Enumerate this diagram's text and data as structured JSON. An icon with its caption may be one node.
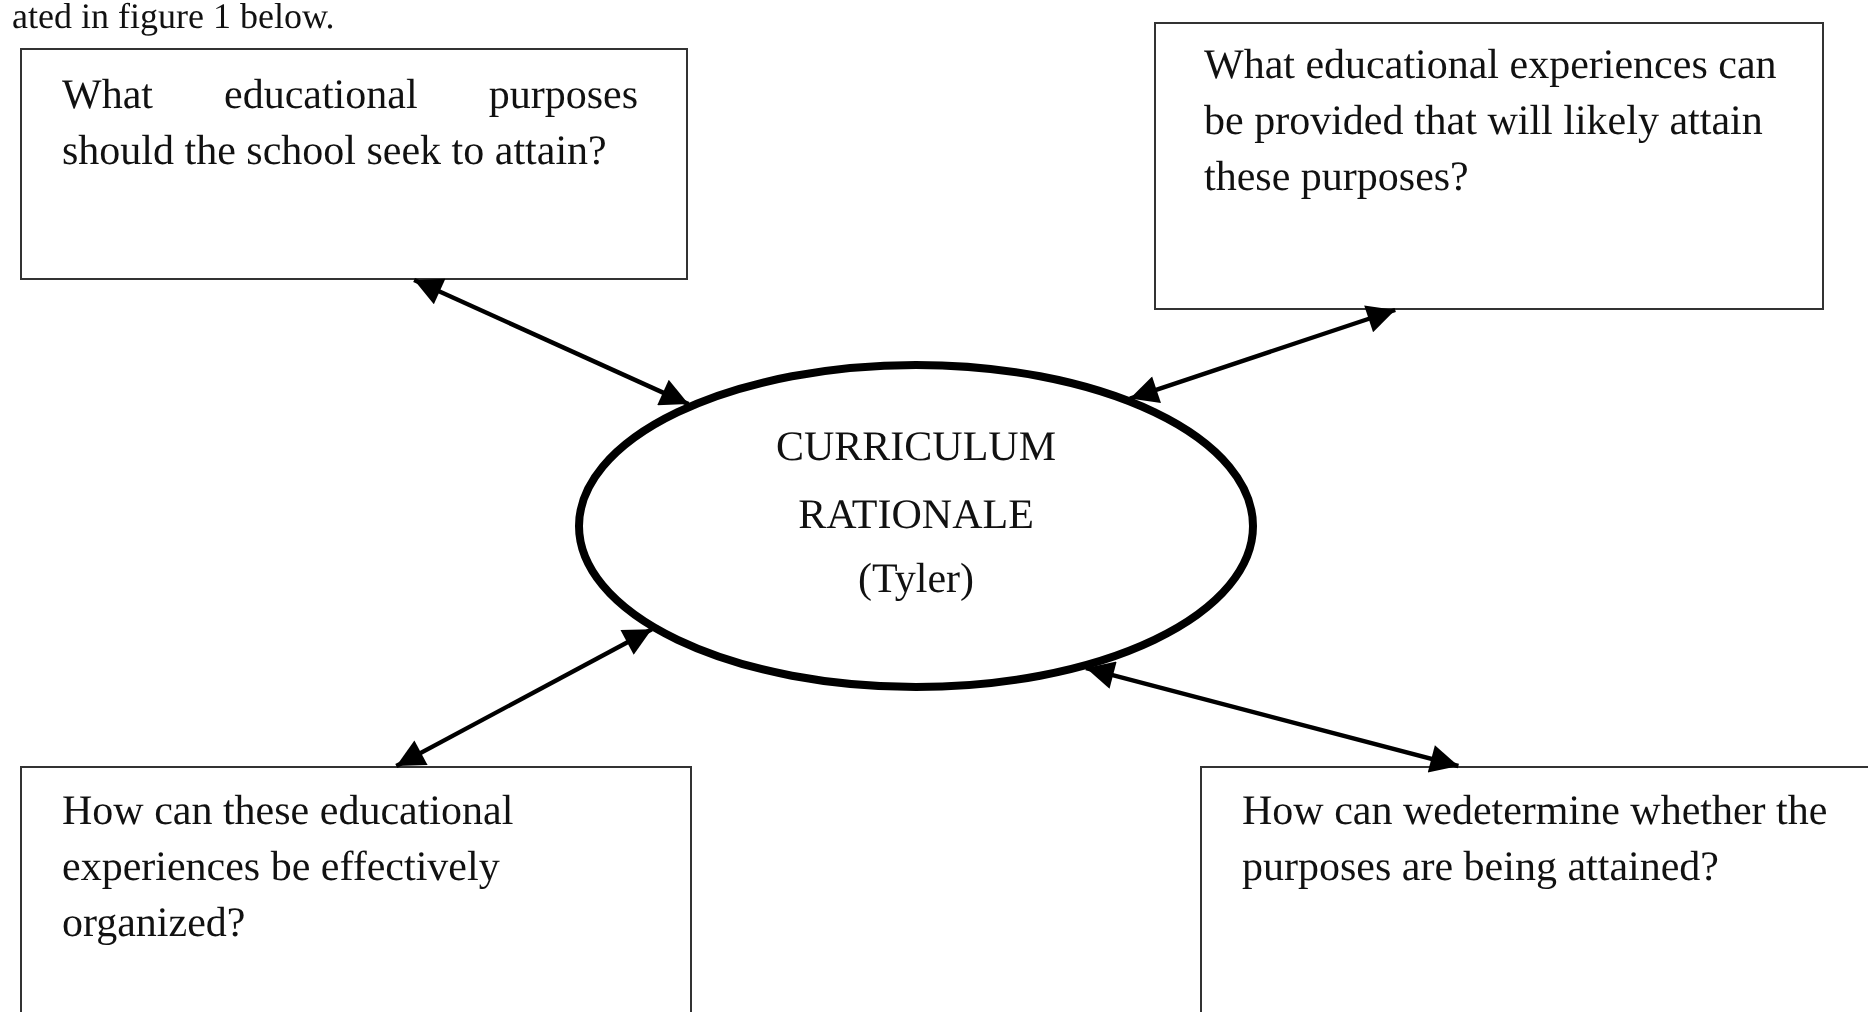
{
  "diagram": {
    "nodes": [
      {
        "text": [
          "What educational purposes should the school seek to attain?"
        ]
      },
      {
        "text": [
          "What educational experiences can be provided that will likely attain these purposes?"
        ]
      },
      {
        "text": [
          "CURRICULUM RATIONALE",
          "(Tyler)"
        ]
      },
      {
        "text": [
          "How can these educational experiences be effectively organized?"
        ]
      },
      {
        "text": [
          "How can wedetermine whether the purposes are being attained?"
        ]
      }
    ],
    "edges": [
      {
        "from": 0,
        "to": 2,
        "arrow": "both"
      },
      {
        "from": 2,
        "to": 1,
        "arrow": "both"
      },
      {
        "from": 3,
        "to": 2,
        "arrow": "both"
      },
      {
        "from": 2,
        "to": 4,
        "arrow": "both"
      }
    ],
    "labels": [
      "ated in figure 1 below."
    ]
  }
}
